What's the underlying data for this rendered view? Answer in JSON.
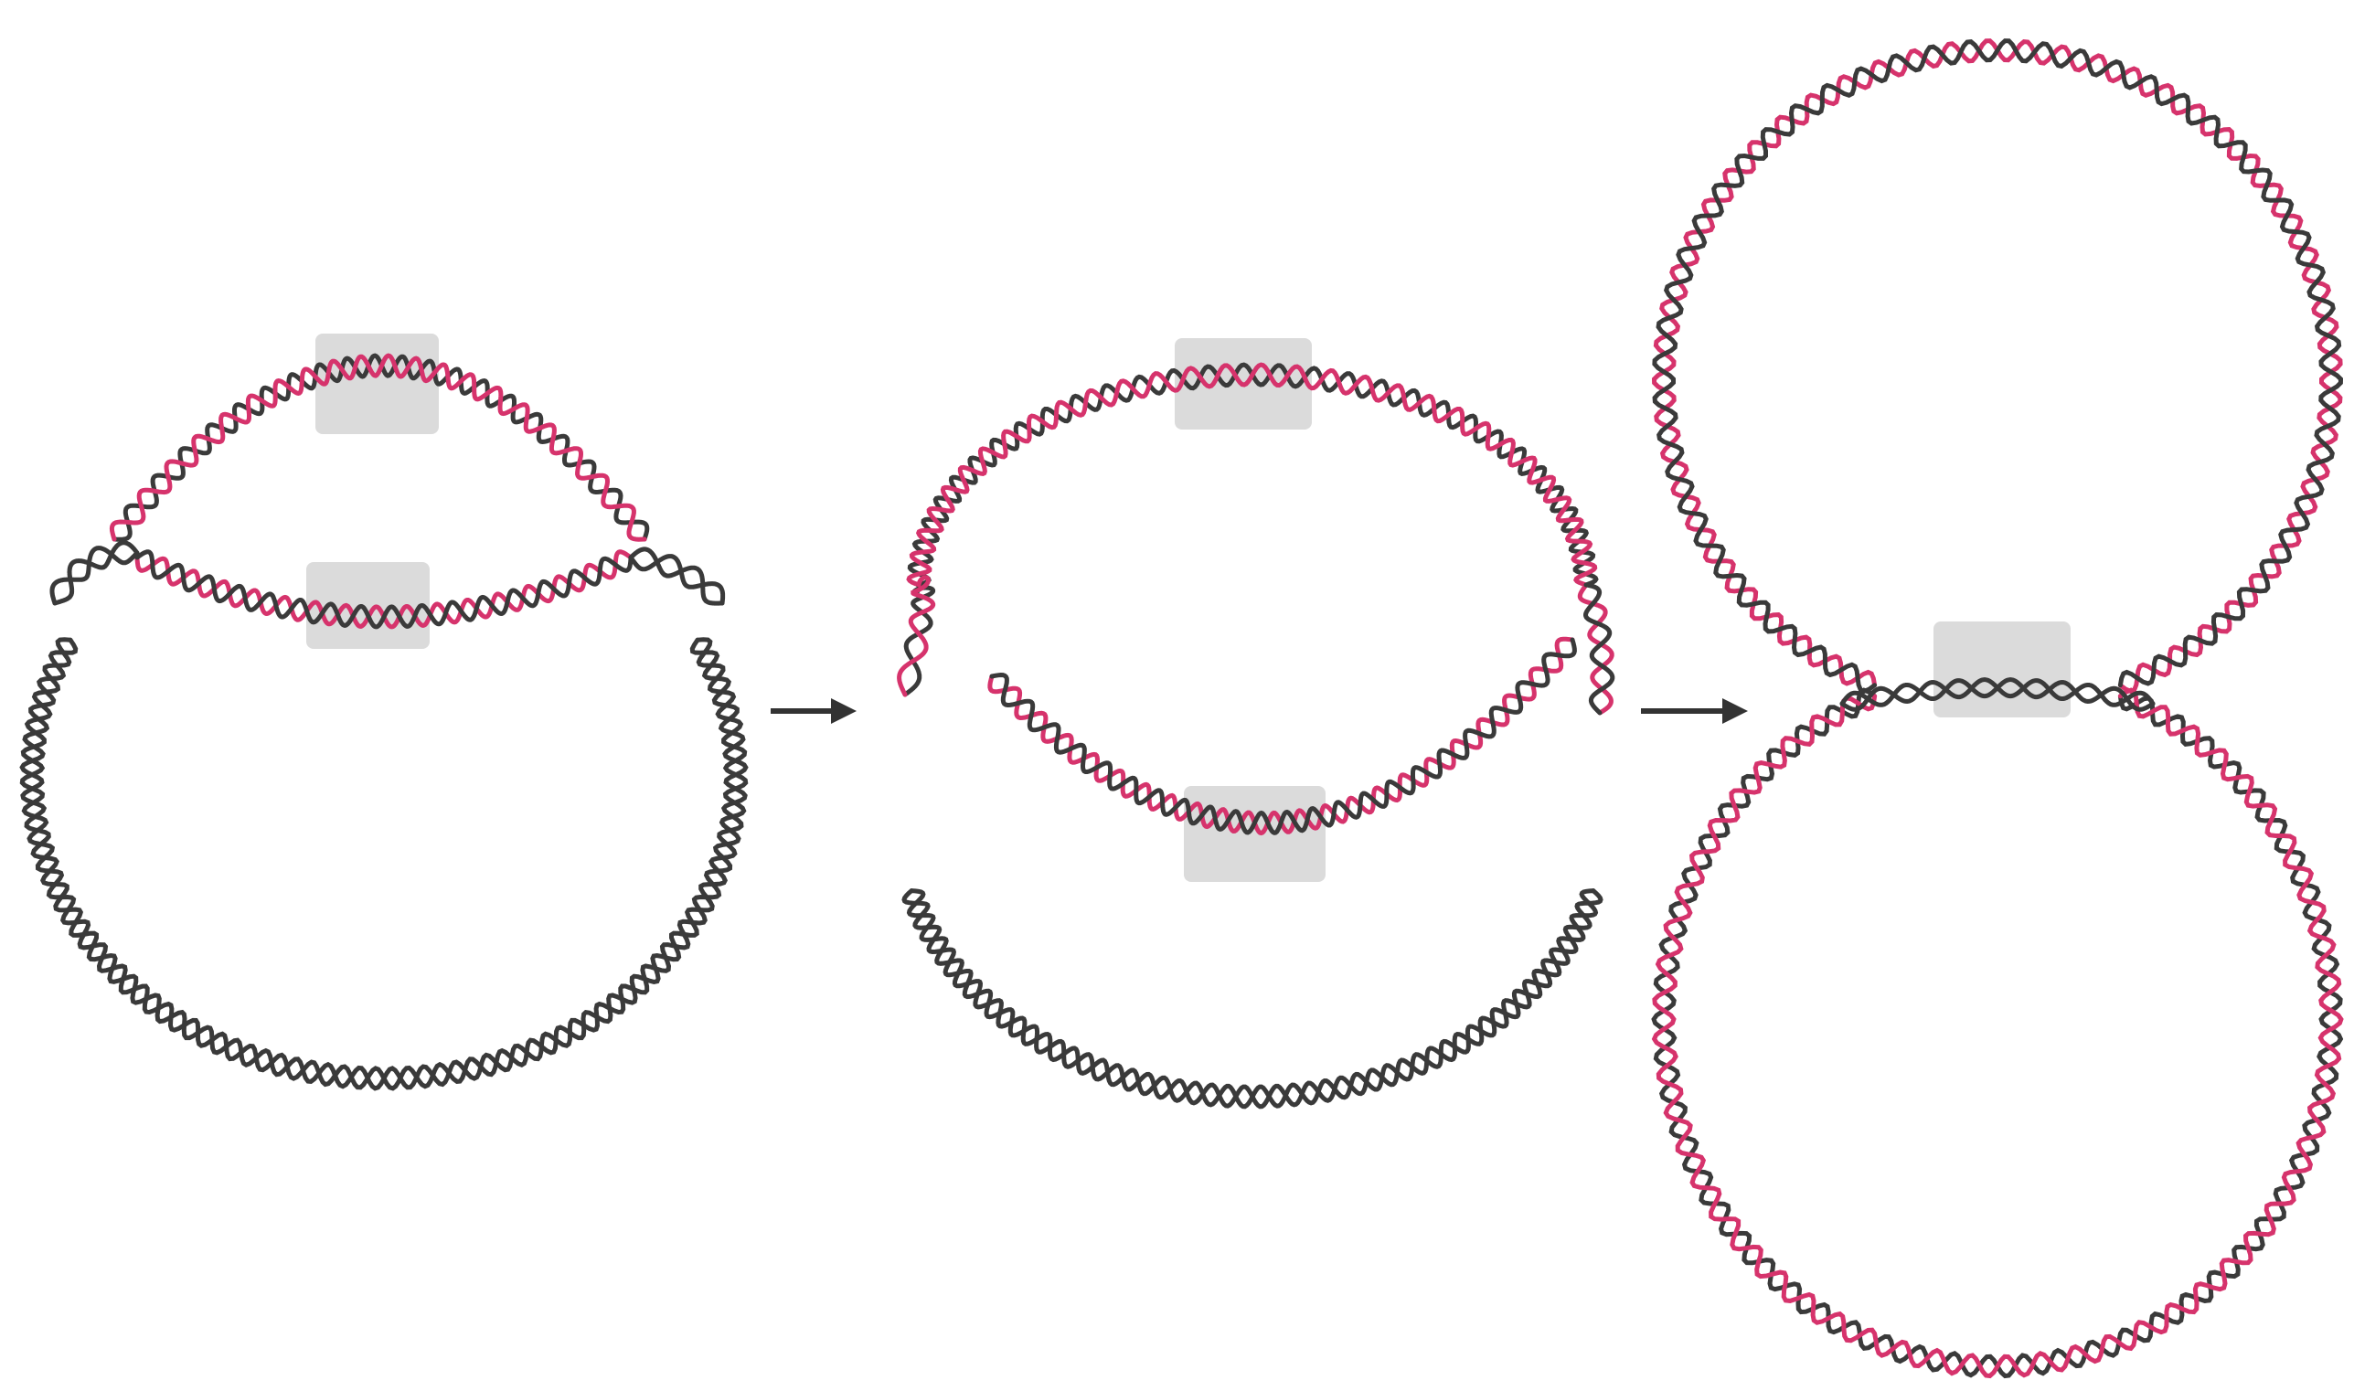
{
  "colors": {
    "background": "#ffffff",
    "template_strand": "#3a3a3a",
    "new_strand": "#d6336c",
    "origin_shading": "#bdbdbd",
    "arrow": "#333333"
  },
  "stages": [
    {
      "id": "stage-1",
      "kind": "replication-bubble-early"
    },
    {
      "id": "stage-2",
      "kind": "replication-bubble-late"
    },
    {
      "id": "stage-3",
      "kind": "daughter-circles-separating"
    }
  ],
  "arrows": [
    {
      "from": "stage-1",
      "to": "stage-2",
      "icon": "right-arrow-icon"
    },
    {
      "from": "stage-2",
      "to": "stage-3",
      "icon": "right-arrow-icon"
    }
  ]
}
